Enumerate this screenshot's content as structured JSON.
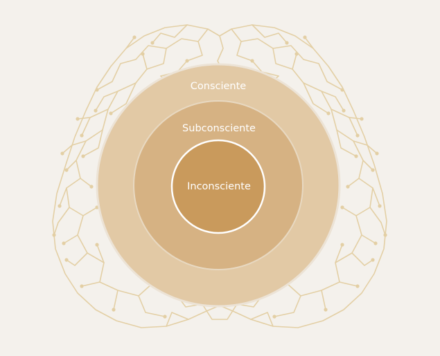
{
  "diagram": {
    "levels": [
      {
        "label": "Consciente",
        "color": "#e2c9a5"
      },
      {
        "label": "Subconsciente",
        "color": "#d6b283"
      },
      {
        "label": "Inconsciente",
        "color": "#c99a5c"
      }
    ],
    "brain_line_color": "#e3cfa4",
    "background_color": "#f4f1ec"
  }
}
